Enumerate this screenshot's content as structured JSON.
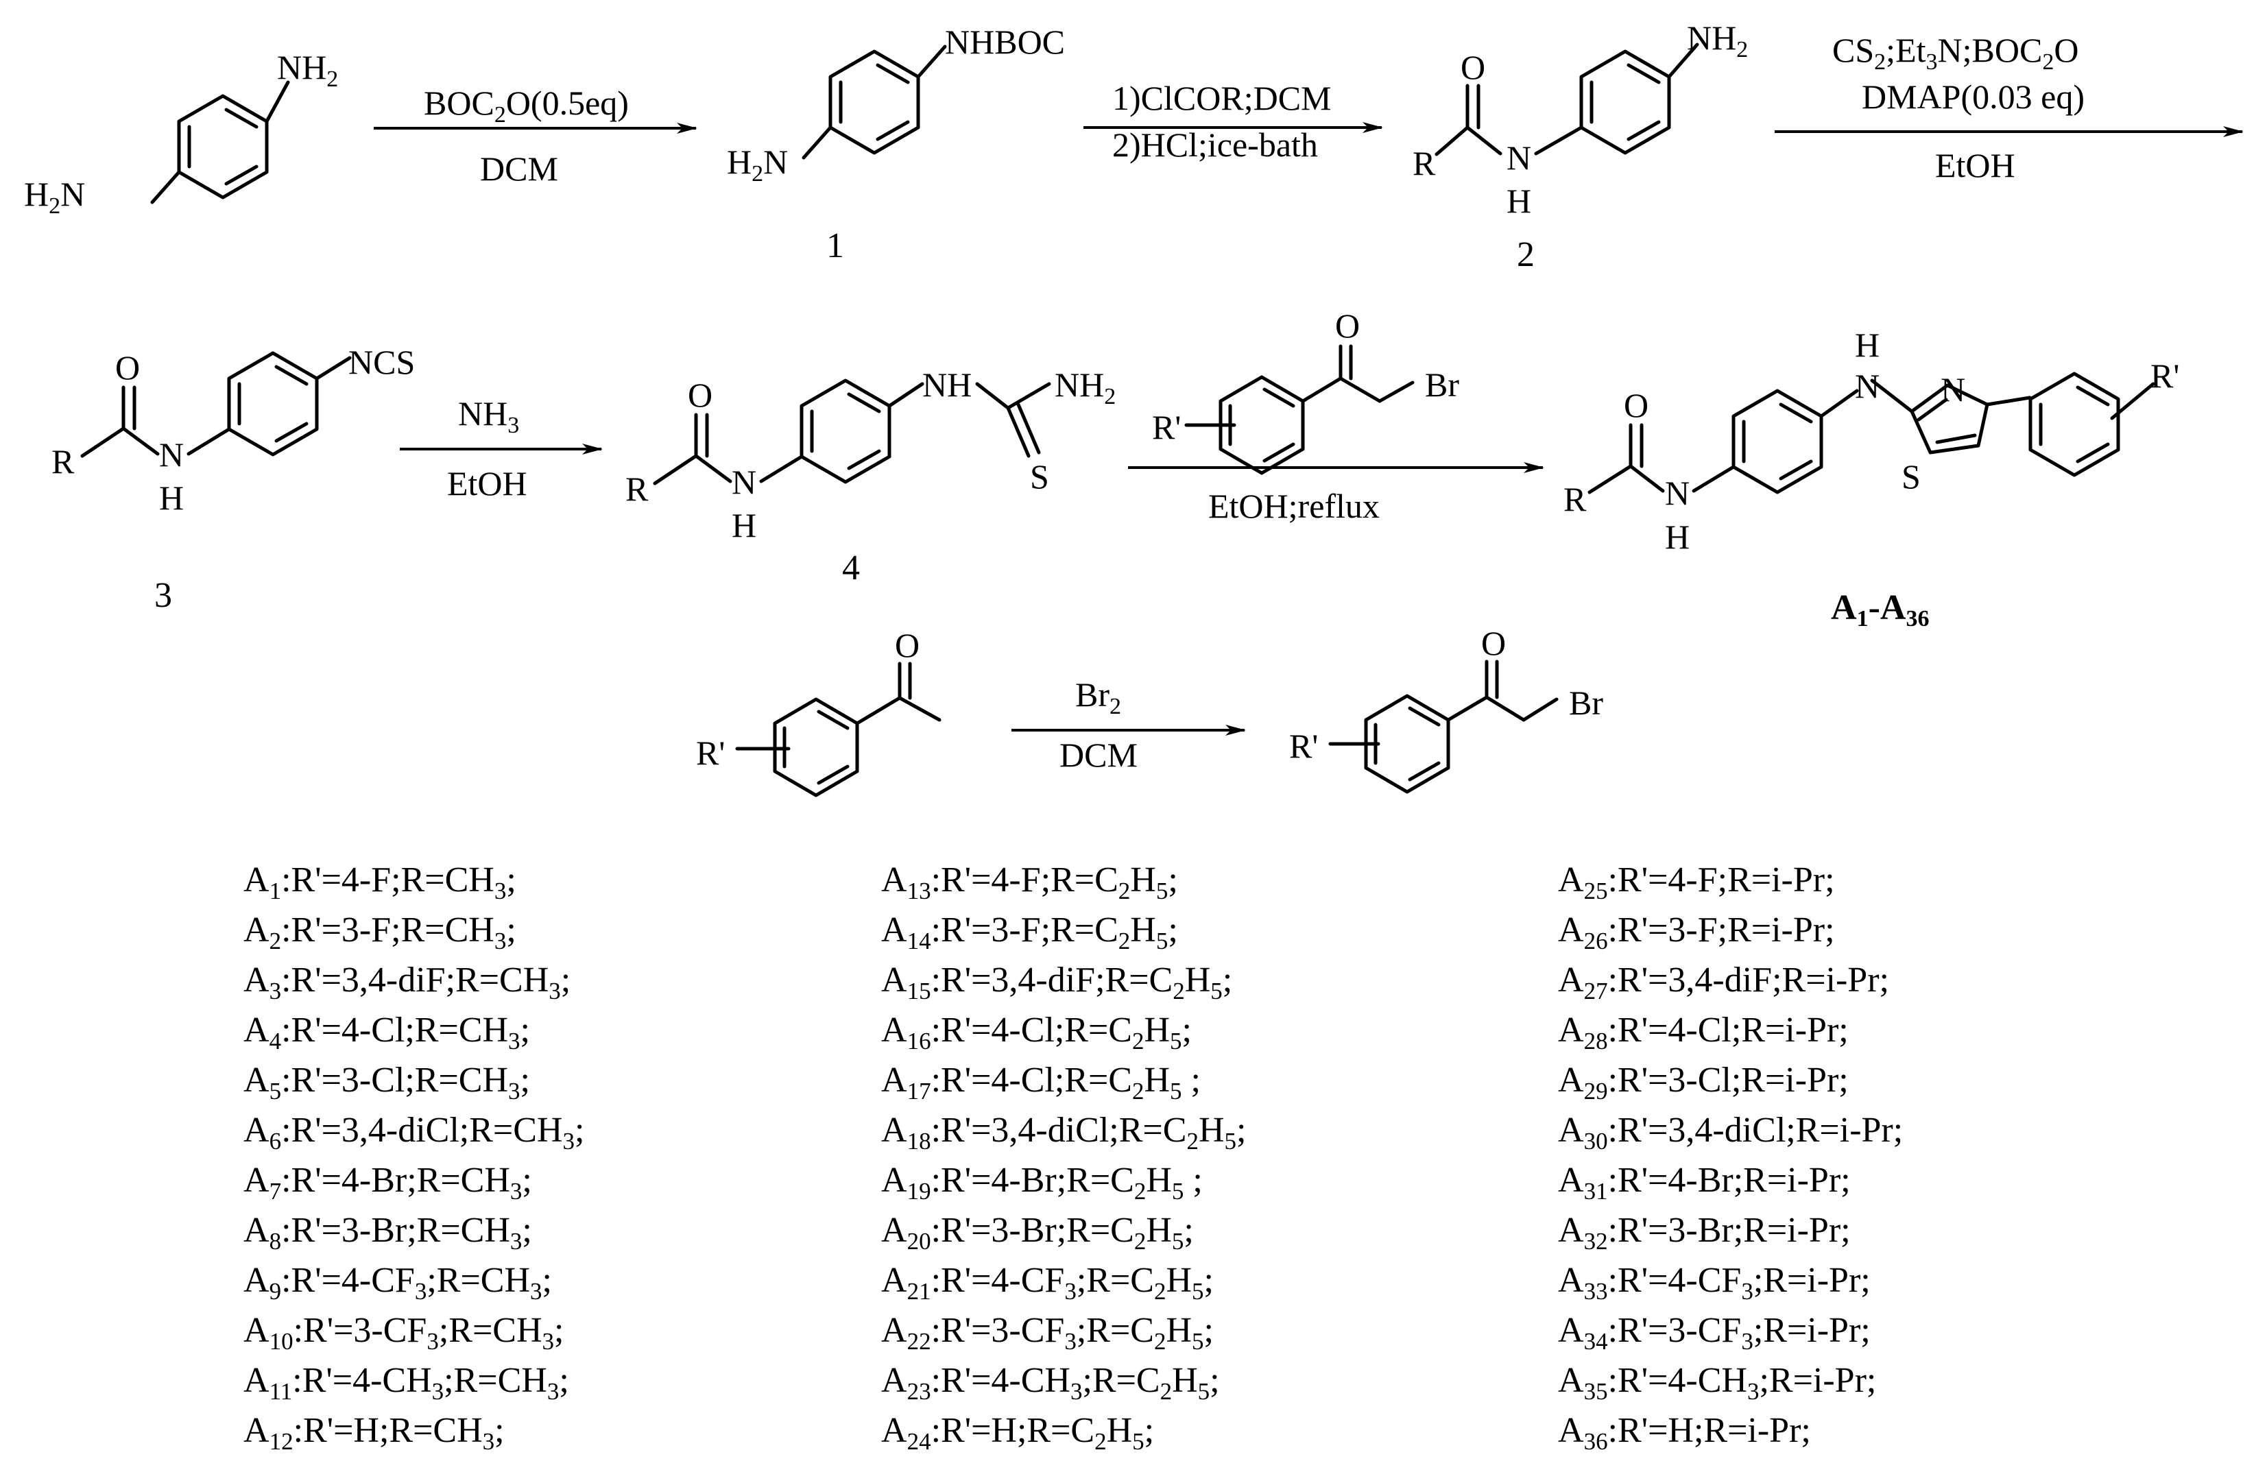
{
  "atoms": {
    "nh2": "NH2",
    "h2n": "H2N",
    "nhboc": "NHBOC",
    "o": "O",
    "n": "N",
    "h": "H",
    "r": "R",
    "ncs": "NCS",
    "nh": "NH",
    "s": "S",
    "br": "Br",
    "rprime": "R'"
  },
  "compounds": {
    "c1": "1",
    "c2": "2",
    "c3": "3",
    "c4": "4",
    "products_a": "A",
    "products_sub1": "1",
    "products_dash": "-A",
    "products_sub2": "36"
  },
  "conditions": {
    "step1_top": "BOC2O(0.5eq)",
    "step1_bottom": "DCM",
    "step2_top": "1)ClCOR;DCM",
    "step2_bottom": "2)HCl;ice-bath",
    "step3_top1": "CS2;Et3N;BOC2O",
    "step3_top2": "DMAP(0.03 eq)",
    "step3_bottom": "EtOH",
    "step4_top": "NH3",
    "step4_bottom": "EtOH",
    "step5_bottom": "EtOH;reflux",
    "step6_top": "Br2",
    "step6_bottom": "DCM"
  },
  "compound_list": [
    [
      "A1:R'=4-F;R=CH3;",
      "A2:R'=3-F;R=CH3;",
      "A3:R'=3,4-diF;R=CH3;",
      "A4:R'=4-Cl;R=CH3;",
      "A5:R'=3-Cl;R=CH3;",
      "A6:R'=3,4-diCl;R=CH3;",
      "A7:R'=4-Br;R=CH3;",
      "A8:R'=3-Br;R=CH3;",
      "A9:R'=4-CF3;R=CH3;",
      "A10:R'=3-CF3;R=CH3;",
      "A11:R'=4-CH3;R=CH3;",
      "A12:R'=H;R=CH3;"
    ],
    [
      "A13:R'=4-F;R=C2H5;",
      "A14:R'=3-F;R=C2H5;",
      "A15:R'=3,4-diF;R=C2H5;",
      "A16:R'=4-Cl;R=C2H5;",
      "A17:R'=4-Cl;R=C2H5 ;",
      "A18:R'=3,4-diCl;R=C2H5;",
      "A19:R'=4-Br;R=C2H5 ;",
      "A20:R'=3-Br;R=C2H5;",
      "A21:R'=4-CF3;R=C2H5;",
      "A22:R'=3-CF3;R=C2H5;",
      "A23:R'=4-CH3;R=C2H5;",
      "A24:R'=H;R=C2H5;"
    ],
    [
      "A25:R'=4-F;R=i-Pr;",
      "A26:R'=3-F;R=i-Pr;",
      "A27:R'=3,4-diF;R=i-Pr;",
      "A28:R'=4-Cl;R=i-Pr;",
      "A29:R'=3-Cl;R=i-Pr;",
      "A30:R'=3,4-diCl;R=i-Pr;",
      "A31:R'=4-Br;R=i-Pr;",
      "A32:R'=3-Br;R=i-Pr;",
      "A33:R'=4-CF3;R=i-Pr;",
      "A34:R'=3-CF3;R=i-Pr;",
      "A35:R'=4-CH3;R=i-Pr;",
      "A36:R'=H;R=i-Pr;"
    ]
  ]
}
